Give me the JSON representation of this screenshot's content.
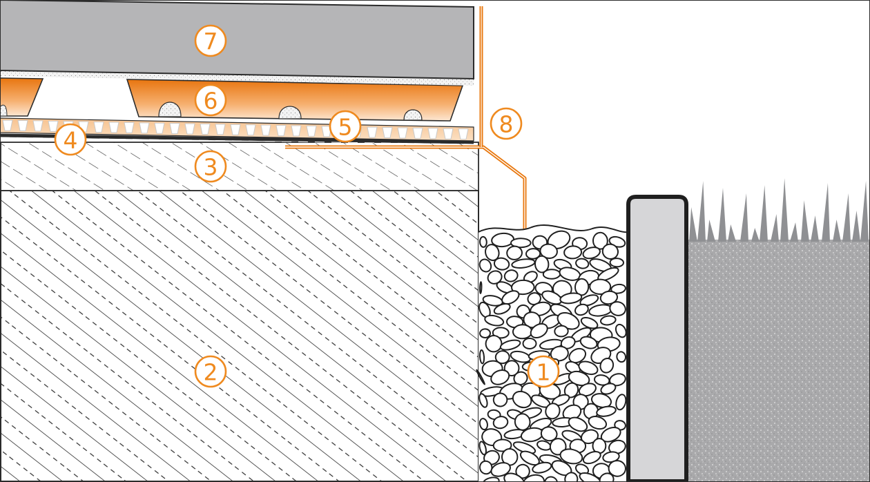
{
  "colors": {
    "accent": "#ef8a1f",
    "accent_light": "#fde3c8",
    "tile": "#b5b5b7",
    "curb": "#d6d6d8",
    "gravel_fill": "#ffffff",
    "soil": "#a8a8aa",
    "grass": "#8f9093",
    "outline": "#2b2b2b"
  },
  "layers": [
    {
      "id": "gravel-drainage",
      "label": "1"
    },
    {
      "id": "concrete-base",
      "label": "2"
    },
    {
      "id": "screed",
      "label": "3"
    },
    {
      "id": "waterproofing-membrane",
      "label": "4"
    },
    {
      "id": "drainage-mat",
      "label": "5"
    },
    {
      "id": "support-pads",
      "label": "6"
    },
    {
      "id": "tile",
      "label": "7"
    },
    {
      "id": "edge-profile",
      "label": "8"
    }
  ]
}
